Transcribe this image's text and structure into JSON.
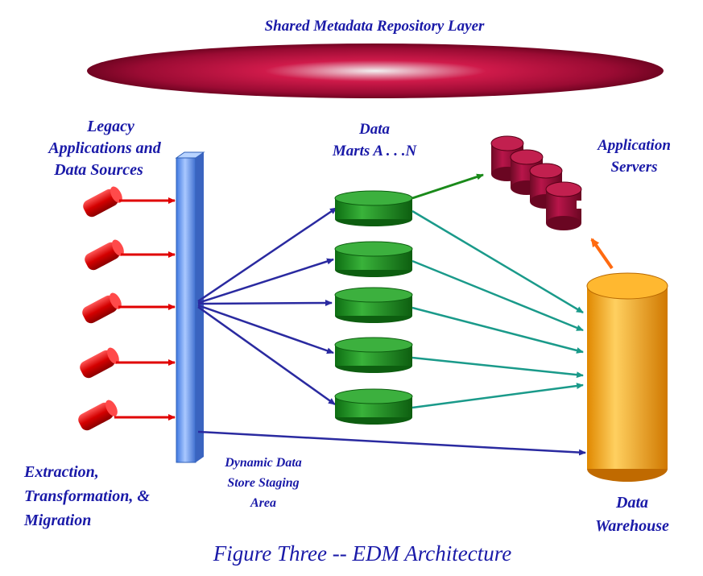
{
  "repository_layer": {
    "title": "Shared Metadata Repository Layer"
  },
  "legacy": {
    "line1": "Legacy",
    "line2": "Applications and",
    "line3": "Data Sources"
  },
  "data_marts": {
    "line1": "Data",
    "line2": "Marts A . . .N"
  },
  "app_servers": {
    "line1": "Application",
    "line2": "Servers"
  },
  "etl": {
    "line1": "Extraction,",
    "line2": "Transformation, &",
    "line3": "Migration"
  },
  "staging": {
    "line1": "Dynamic Data",
    "line2": "Store Staging",
    "line3": "Area"
  },
  "warehouse": {
    "line1": "Data",
    "line2": "Warehouse"
  },
  "caption": "Figure Three -- EDM Architecture",
  "colors": {
    "label_text": "#1a1aa8",
    "repository_bar": "#b0103c",
    "staging_column": "#6f9ef0",
    "source_arrow": "#e00000",
    "staging_to_mart_arrow": "#2a2aa0",
    "mart_to_warehouse_arrow": "#1a9a8a",
    "mart_to_server_arrow": "#1a8a1a",
    "warehouse_to_server_arrow": "#ff6a10",
    "data_mart": "#1e8a1e",
    "data_warehouse": "#f0a010",
    "app_server": "#9a0d35",
    "source_device": "#d40000"
  }
}
